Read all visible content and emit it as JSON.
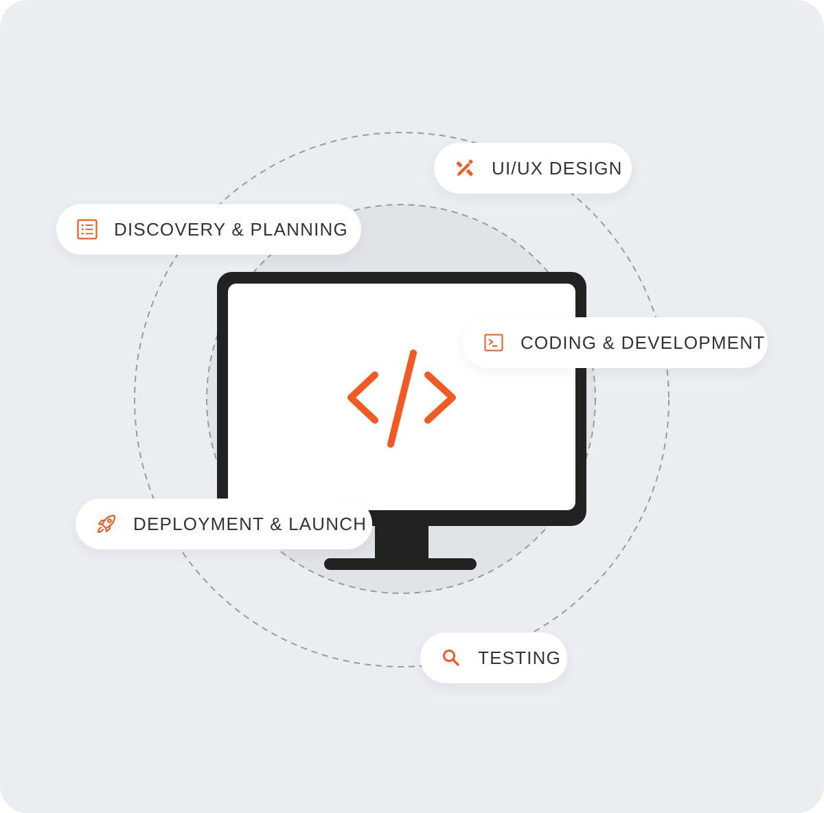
{
  "colors": {
    "background": "#ebedf1",
    "accent": "#f15a22",
    "monitor": "#222222",
    "screen": "#ffffff",
    "inner_disc": "#e1e3e7",
    "orbit_line": "#9a9a9a",
    "pill_text": "#333333"
  },
  "center": {
    "icon": "code-brackets-icon"
  },
  "steps": [
    {
      "id": "discovery",
      "label": "DISCOVERY & PLANNING",
      "icon": "list-icon"
    },
    {
      "id": "uiux",
      "label": "UI/UX DESIGN",
      "icon": "pencil-ruler-icon"
    },
    {
      "id": "coding",
      "label": "CODING & DEVELOPMENT",
      "icon": "terminal-icon"
    },
    {
      "id": "testing",
      "label": "TESTING",
      "icon": "search-icon"
    },
    {
      "id": "deploy",
      "label": "DEPLOYMENT & LAUNCH",
      "icon": "rocket-icon"
    }
  ]
}
